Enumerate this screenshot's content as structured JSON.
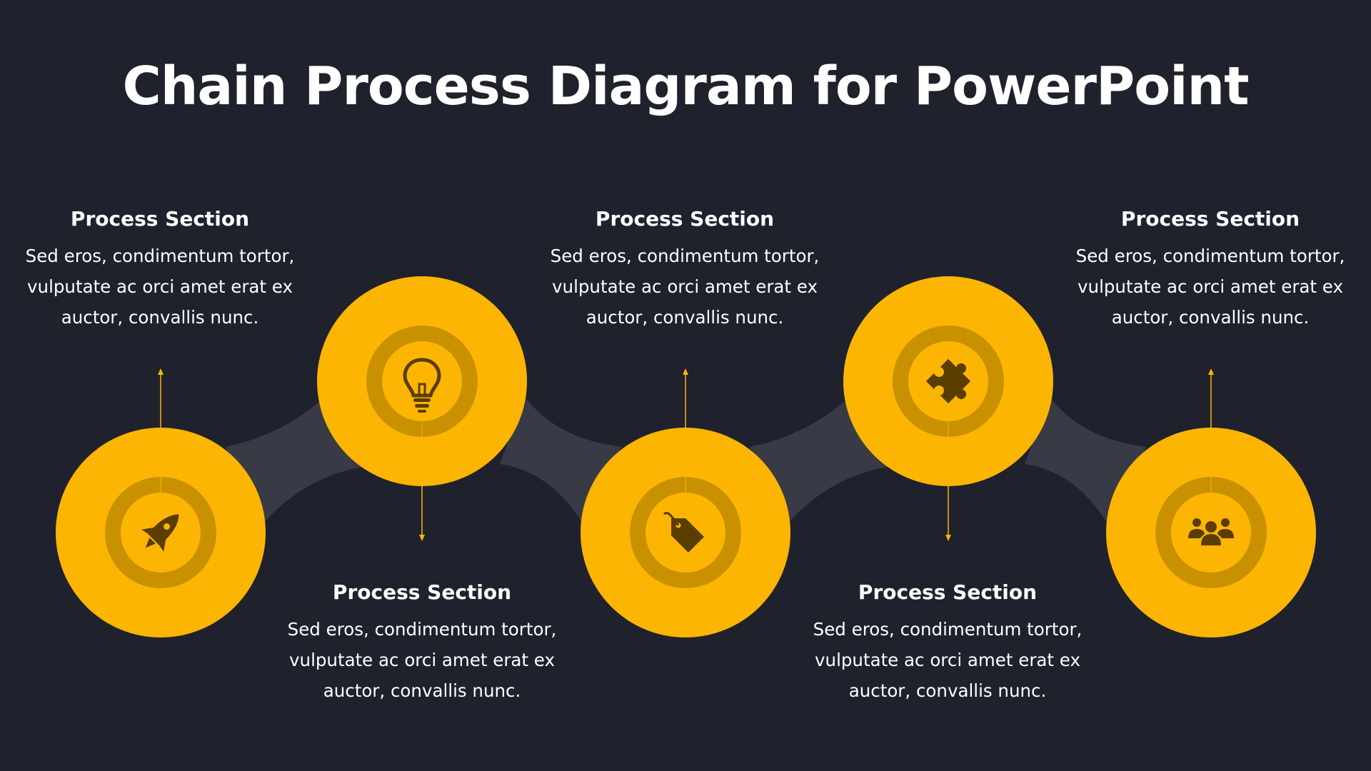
{
  "title": "Chain Process Diagram for PowerPoint",
  "colors": {
    "background": "#1f222c",
    "accent": "#fcb503",
    "accent_dark": "#c99100",
    "chain_link": "#383b46",
    "icon": "#5a3d00"
  },
  "steps": [
    {
      "heading": "Process Section",
      "text": "Sed eros, condimentum tortor, vulputate ac orci amet erat ex auctor, convallis nunc.",
      "icon": "rocket-icon"
    },
    {
      "heading": "Process Section",
      "text": "Sed eros, condimentum tortor, vulputate ac orci amet erat ex auctor, convallis nunc.",
      "icon": "lightbulb-icon"
    },
    {
      "heading": "Process Section",
      "text": "Sed eros, condimentum tortor, vulputate ac orci amet erat ex auctor, convallis nunc.",
      "icon": "tag-icon"
    },
    {
      "heading": "Process Section",
      "text": "Sed eros, condimentum tortor, vulputate ac orci amet erat ex auctor, convallis nunc.",
      "icon": "puzzle-icon"
    },
    {
      "heading": "Process Section",
      "text": "Sed eros, condimentum tortor, vulputate ac orci amet erat ex auctor, convallis nunc.",
      "icon": "team-icon"
    }
  ]
}
